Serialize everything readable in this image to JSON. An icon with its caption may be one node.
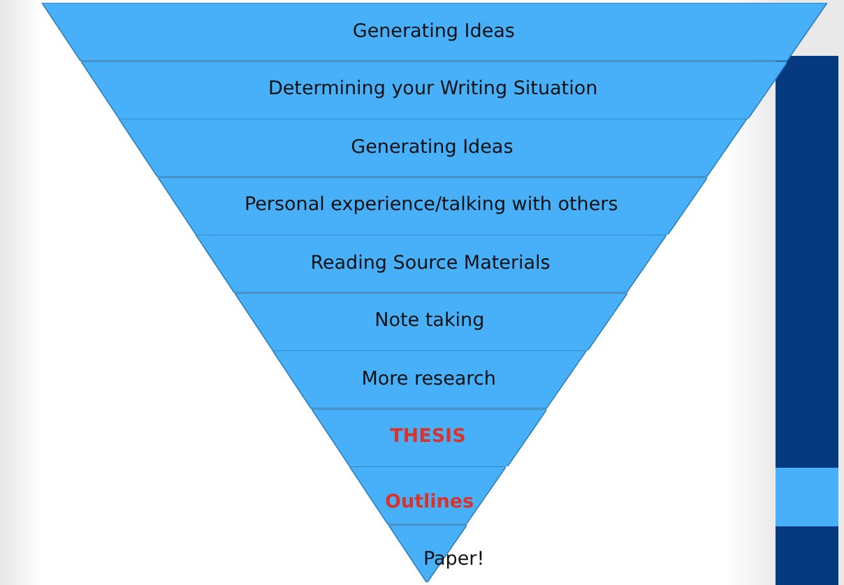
{
  "diagram": {
    "nodes": [
      {
        "text": [
          "Generating Ideas"
        ]
      },
      {
        "text": [
          "Determining your Writing Situation"
        ]
      },
      {
        "text": [
          "Generating Ideas"
        ]
      },
      {
        "text": [
          "Personal experience/talking with others"
        ]
      },
      {
        "text": [
          "Reading Source Materials"
        ]
      },
      {
        "text": [
          "Note taking"
        ]
      },
      {
        "text": [
          "More research"
        ]
      },
      {
        "text": [
          "THESIS"
        ]
      },
      {
        "text": [
          "Outlines"
        ]
      },
      {
        "text": [
          "Paper!"
        ]
      }
    ]
  }
}
